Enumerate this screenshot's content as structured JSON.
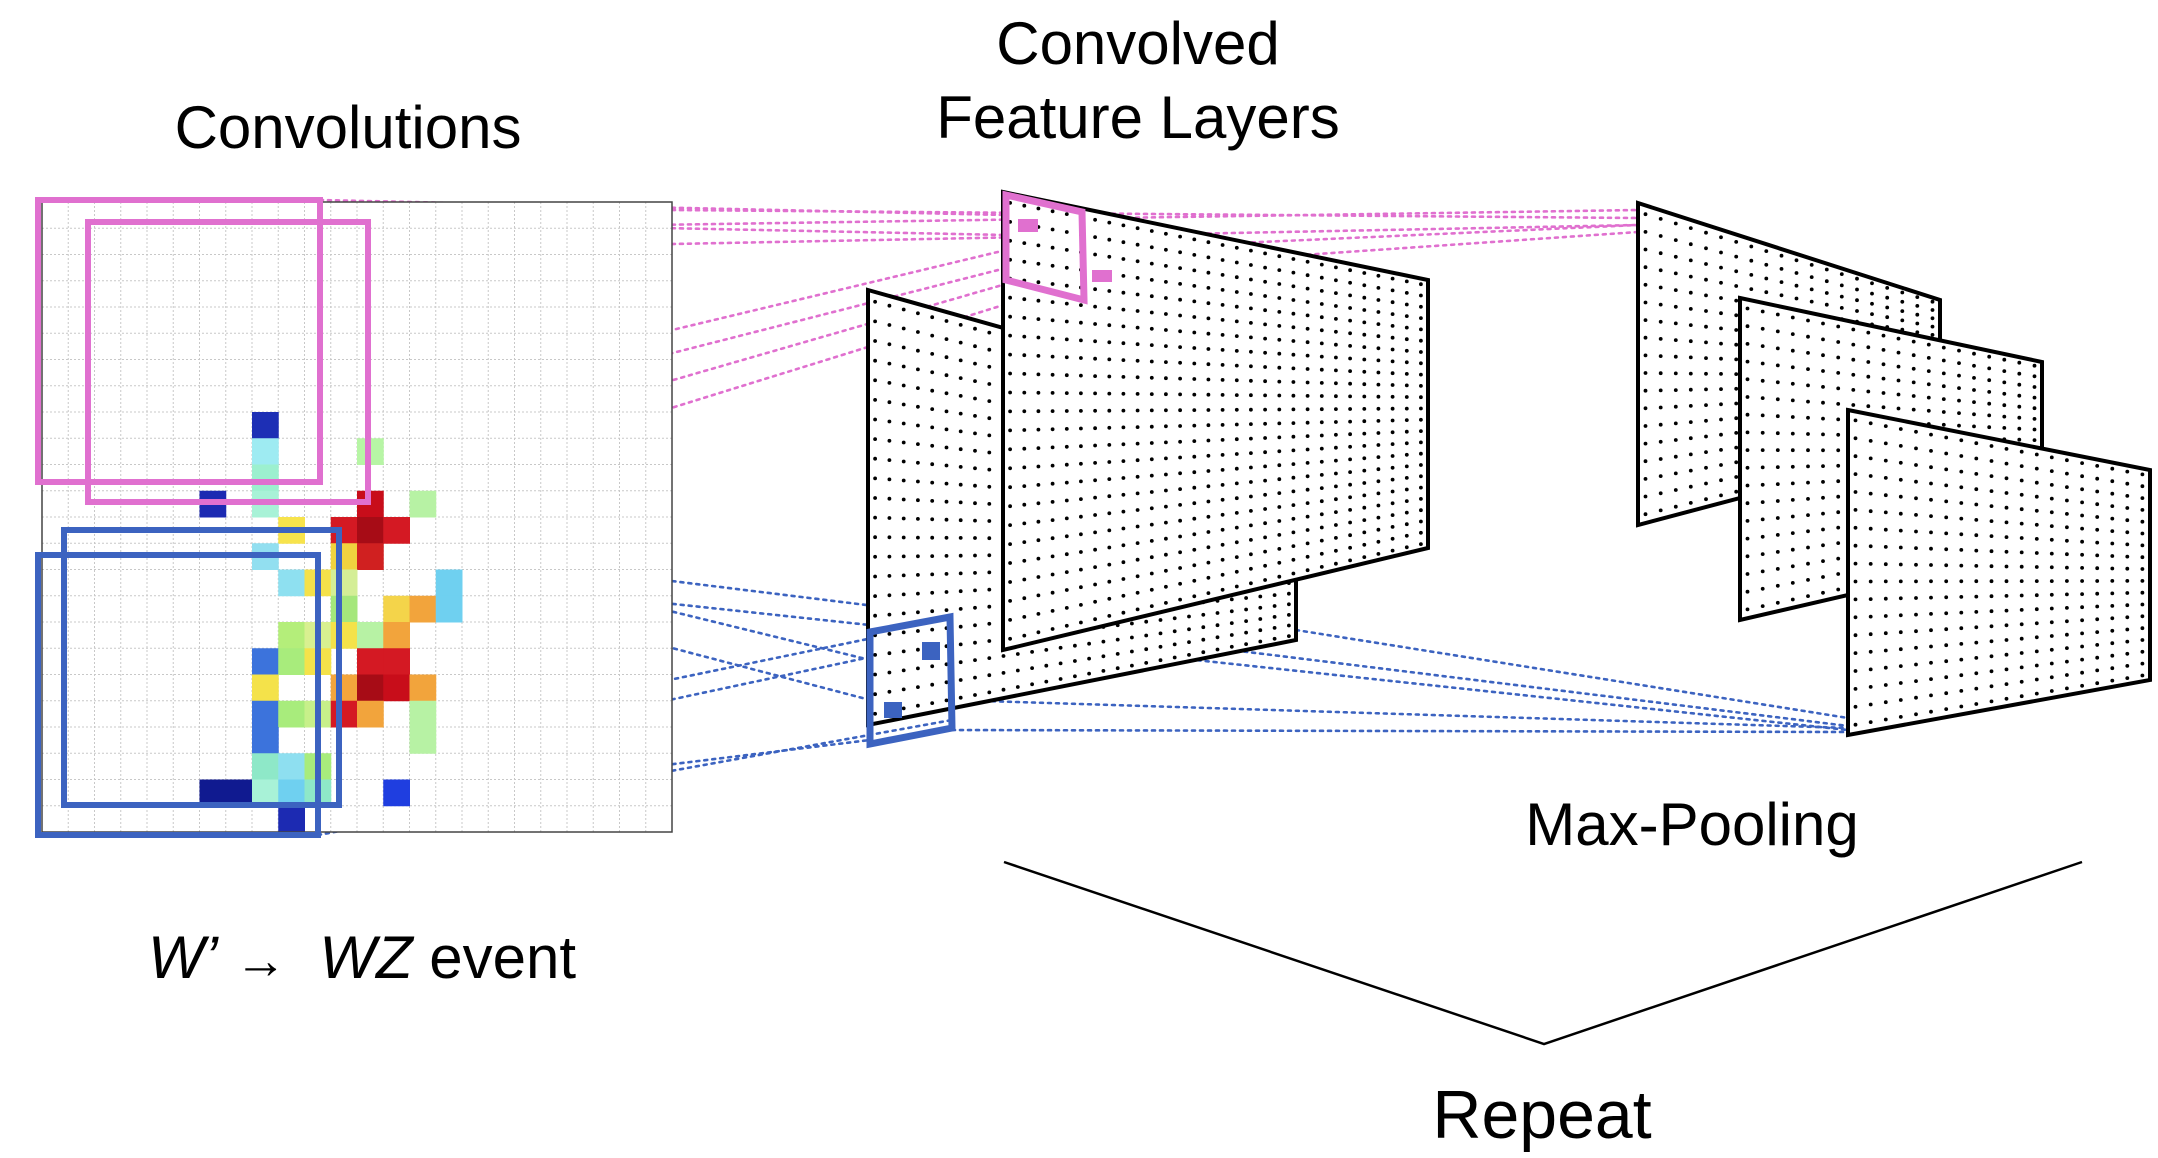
{
  "labels": {
    "convolutions": "Convolutions",
    "convolved_line1": "Convolved",
    "convolved_line2": "Feature Layers",
    "max_pooling": "Max-Pooling",
    "repeat": "Repeat",
    "event_w": "W’",
    "event_arrow": "→",
    "event_wz": "WZ",
    "event_rest": " event"
  },
  "colors": {
    "pink": "#e070cf",
    "blue": "#3c63c0",
    "grid_line": "#c8c8c8",
    "frame": "#000000"
  },
  "heatmap": {
    "rows": 24,
    "cols": 24,
    "cells": [
      {
        "r": 8,
        "c": 8,
        "color": "#1d2fb5"
      },
      {
        "r": 9,
        "c": 8,
        "color": "#9eebf2"
      },
      {
        "r": 9,
        "c": 12,
        "color": "#b7f5a5"
      },
      {
        "r": 10,
        "c": 8,
        "color": "#9cf0cf"
      },
      {
        "r": 11,
        "c": 6,
        "color": "#1c2ab2"
      },
      {
        "r": 11,
        "c": 8,
        "color": "#a8f2d7"
      },
      {
        "r": 11,
        "c": 12,
        "color": "#c80d1a"
      },
      {
        "r": 11,
        "c": 14,
        "color": "#b7f2a4"
      },
      {
        "r": 12,
        "c": 9,
        "color": "#f7e34c"
      },
      {
        "r": 12,
        "c": 11,
        "color": "#d41923"
      },
      {
        "r": 12,
        "c": 12,
        "color": "#a70c16"
      },
      {
        "r": 12,
        "c": 13,
        "color": "#d41923"
      },
      {
        "r": 13,
        "c": 8,
        "color": "#92dff0"
      },
      {
        "r": 13,
        "c": 11,
        "color": "#f0d23f"
      },
      {
        "r": 13,
        "c": 12,
        "color": "#d02020"
      },
      {
        "r": 14,
        "c": 9,
        "color": "#8ee0f0"
      },
      {
        "r": 14,
        "c": 10,
        "color": "#f4e14a"
      },
      {
        "r": 14,
        "c": 11,
        "color": "#d4ee96"
      },
      {
        "r": 14,
        "c": 15,
        "color": "#6fd0f0"
      },
      {
        "r": 15,
        "c": 11,
        "color": "#a5e77c"
      },
      {
        "r": 15,
        "c": 13,
        "color": "#f4d44a"
      },
      {
        "r": 15,
        "c": 14,
        "color": "#f2a43c"
      },
      {
        "r": 15,
        "c": 15,
        "color": "#6fd0f0"
      },
      {
        "r": 16,
        "c": 9,
        "color": "#b4ee7a"
      },
      {
        "r": 16,
        "c": 10,
        "color": "#d8f090"
      },
      {
        "r": 16,
        "c": 11,
        "color": "#f4e24a"
      },
      {
        "r": 16,
        "c": 12,
        "color": "#b7f2a4"
      },
      {
        "r": 16,
        "c": 13,
        "color": "#f2a43c"
      },
      {
        "r": 17,
        "c": 8,
        "color": "#3c73dc"
      },
      {
        "r": 17,
        "c": 9,
        "color": "#a8ec7c"
      },
      {
        "r": 17,
        "c": 10,
        "color": "#f4e24a"
      },
      {
        "r": 17,
        "c": 12,
        "color": "#d41923"
      },
      {
        "r": 17,
        "c": 13,
        "color": "#d41923"
      },
      {
        "r": 18,
        "c": 8,
        "color": "#f4e24a"
      },
      {
        "r": 18,
        "c": 11,
        "color": "#f3a53c"
      },
      {
        "r": 18,
        "c": 12,
        "color": "#a70c16"
      },
      {
        "r": 18,
        "c": 13,
        "color": "#c80d1a"
      },
      {
        "r": 18,
        "c": 14,
        "color": "#f2a43c"
      },
      {
        "r": 19,
        "c": 8,
        "color": "#3c73dc"
      },
      {
        "r": 19,
        "c": 9,
        "color": "#a8ec7c"
      },
      {
        "r": 19,
        "c": 10,
        "color": "#c7f08a"
      },
      {
        "r": 19,
        "c": 11,
        "color": "#d41923"
      },
      {
        "r": 19,
        "c": 12,
        "color": "#f2a43c"
      },
      {
        "r": 19,
        "c": 14,
        "color": "#b7f2a4"
      },
      {
        "r": 20,
        "c": 8,
        "color": "#3c73dc"
      },
      {
        "r": 20,
        "c": 14,
        "color": "#b7f2a4"
      },
      {
        "r": 21,
        "c": 8,
        "color": "#8ee8c8"
      },
      {
        "r": 21,
        "c": 9,
        "color": "#8edff0"
      },
      {
        "r": 21,
        "c": 10,
        "color": "#a8ec7c"
      },
      {
        "r": 22,
        "c": 6,
        "color": "#101a90"
      },
      {
        "r": 22,
        "c": 7,
        "color": "#101a90"
      },
      {
        "r": 22,
        "c": 8,
        "color": "#a8f2d7"
      },
      {
        "r": 22,
        "c": 9,
        "color": "#6fd0f0"
      },
      {
        "r": 22,
        "c": 10,
        "color": "#8ee8c8"
      },
      {
        "r": 22,
        "c": 13,
        "color": "#1f3ee0"
      },
      {
        "r": 23,
        "c": 9,
        "color": "#1c2ab2"
      }
    ]
  }
}
